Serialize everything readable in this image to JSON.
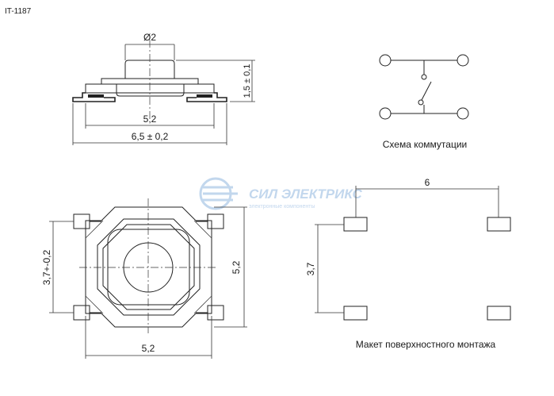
{
  "part_code": "IT-1187",
  "side_view": {
    "dim_diameter": "Ø2",
    "dim_height": "1,5 ± 0,1",
    "dim_body_width": "5,2",
    "dim_total_width": "6,5 ± 0,2"
  },
  "schematic": {
    "caption": "Схема коммутации"
  },
  "top_view": {
    "dim_pin_pitch": "3,7+-0,2",
    "dim_height": "5,2",
    "dim_width": "5,2"
  },
  "footprint": {
    "dim_horizontal": "6",
    "dim_vertical": "3,7",
    "caption": "Макет поверхностного монтажа"
  },
  "watermark": {
    "brand": "СИЛ ЭЛЕКТРИКС",
    "tagline": "электронные компоненты",
    "color": "#bcd3ec"
  }
}
